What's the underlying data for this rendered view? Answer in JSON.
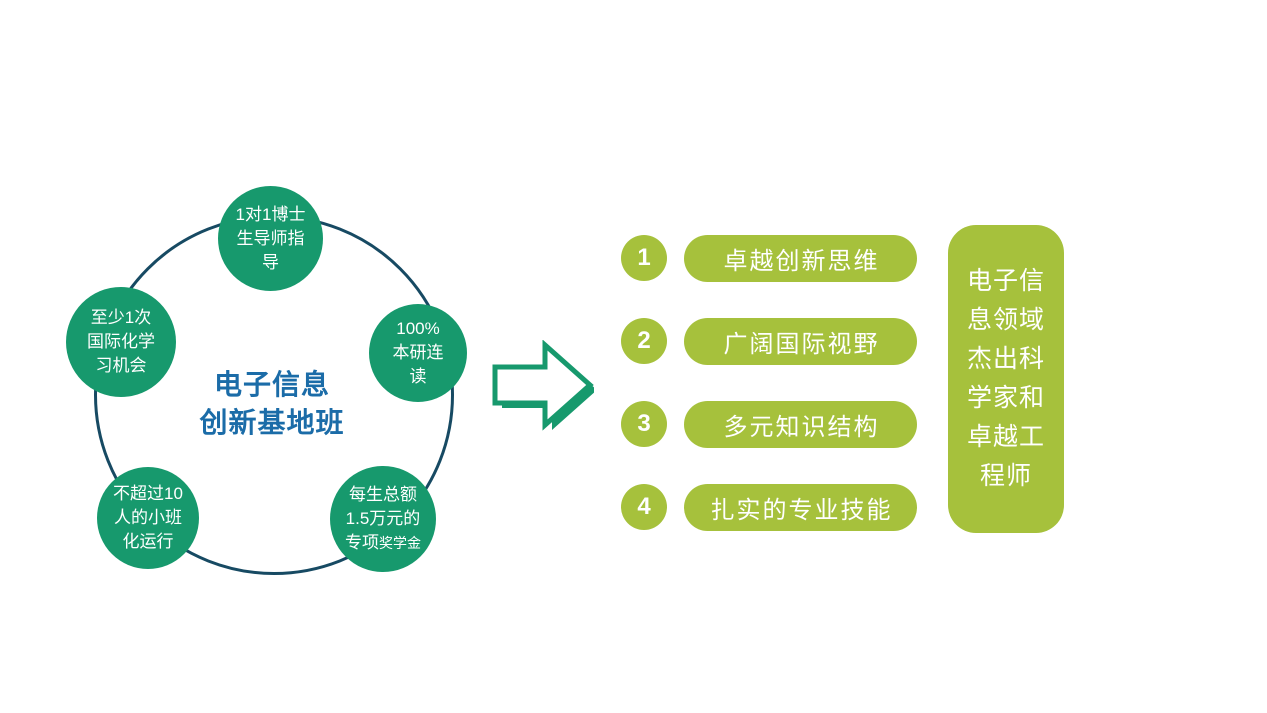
{
  "colors": {
    "green": "#17996d",
    "olive": "#a6c13c",
    "navy": "#174a63",
    "blue": "#1b6ca8",
    "white": "#ffffff"
  },
  "icons": {
    "transform_arrow": "block-arrow-right"
  },
  "hub": {
    "title_lines": [
      "电子信息",
      "创新基地班"
    ],
    "satellites": [
      {
        "position": "top",
        "lines": [
          "1对1博士",
          "生导师指",
          "导"
        ]
      },
      {
        "position": "upper-right",
        "lines": [
          "100%",
          "本研连",
          "读"
        ]
      },
      {
        "position": "lower-right",
        "lines": [
          "每生总额",
          "1.5万元的"
        ],
        "line3_main": "专项",
        "line3_small": "奖学金"
      },
      {
        "position": "lower-left",
        "lines": [
          "不超过10",
          "人的小班",
          "化运行"
        ]
      },
      {
        "position": "upper-left",
        "lines": [
          "至少1次",
          "国际化学",
          "习机会"
        ]
      }
    ]
  },
  "outcomes": [
    {
      "number": "1",
      "label": "卓越创新思维"
    },
    {
      "number": "2",
      "label": "广阔国际视野"
    },
    {
      "number": "3",
      "label": "多元知识结构"
    },
    {
      "number": "4",
      "label": "扎实的专业技能"
    }
  ],
  "goal": {
    "lines": [
      "电子信",
      "息领域",
      "杰出科",
      "学家和",
      "卓越工",
      "程师"
    ]
  }
}
